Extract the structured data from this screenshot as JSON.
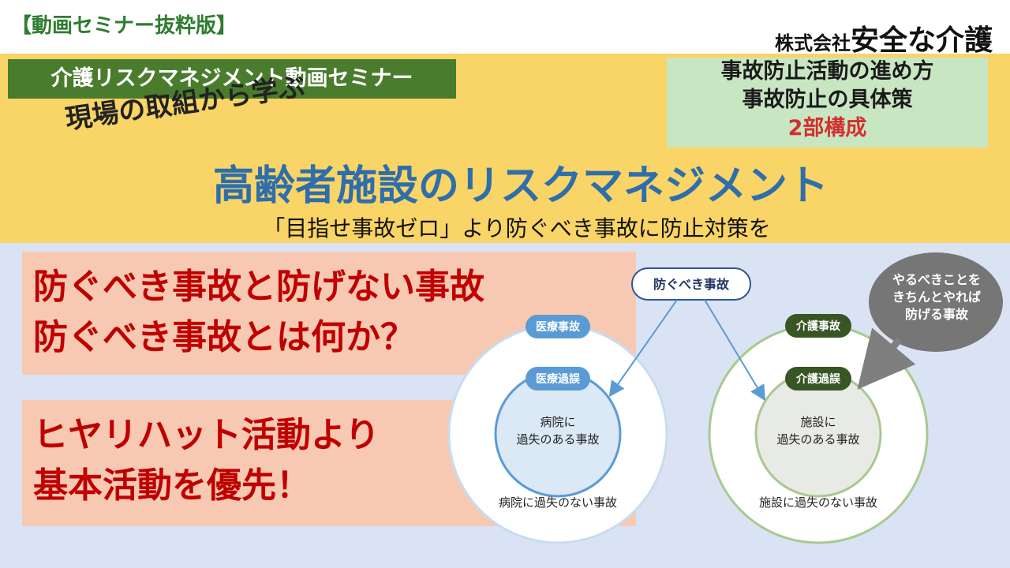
{
  "header": {
    "excerpt_label": "【動画セミナー抜粋版】",
    "company_prefix": "株式会社",
    "company_name": "安全な介護"
  },
  "banner": {
    "seminar_label": "介護リスクマネジメント動画セミナー",
    "subtitle": "現場の取組から学ぶ",
    "title": "高齢者施設のリスクマネジメント",
    "tagline": "「目指せ事故ゼロ」より防ぐべき事故に防止対策を",
    "structure": {
      "line1": "事故防止活動の進め方",
      "line2": "事故防止の具体策",
      "line3": "2部構成"
    }
  },
  "topics": {
    "topic1_line1": "防ぐべき事故と防げない事故",
    "topic1_line2": "防ぐべき事故とは何か？",
    "topic2_line1": "ヒヤリハット活動より",
    "topic2_line2": "基本活動を優先！"
  },
  "diagram": {
    "top_label": "防ぐべき事故",
    "callout_line1": "やるべきことを",
    "callout_line2": "きちんとやれば",
    "callout_line3": "防げる事故",
    "left": {
      "outer_label": "医療事故",
      "inner_label": "医療過誤",
      "inner_text1": "病院に",
      "inner_text2": "過失のある事故",
      "outer_text": "病院に過失のない事故"
    },
    "right": {
      "outer_label": "介護事故",
      "inner_label": "介護過誤",
      "inner_text1": "施設に",
      "inner_text2": "過失のある事故",
      "outer_text": "施設に過失のない事故"
    }
  },
  "colors": {
    "yellow_band": "#f9d466",
    "title_blue": "#2f6eab",
    "topic_red": "#c00000",
    "topic_box": "#f7c9b2",
    "left_circle_blue": "#5a9bd5",
    "right_circle_green": "#375623"
  }
}
